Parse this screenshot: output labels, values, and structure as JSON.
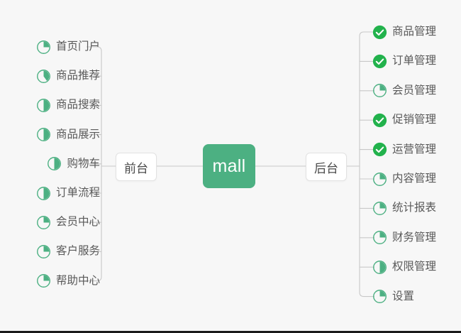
{
  "diagram": {
    "type": "mindmap",
    "background_color": "#f7f7f7",
    "accent_color": "#4cb082",
    "check_color": "#22b24c",
    "line_color": "#c8c8c8",
    "text_color": "#595959",
    "center": {
      "label": "mall",
      "fill": "#4cb082",
      "text_color": "#ffffff"
    },
    "branches": [
      {
        "id": "front",
        "label": "前台",
        "side": "left"
      },
      {
        "id": "back",
        "label": "后台",
        "side": "right"
      }
    ],
    "left_items": [
      {
        "label": "首页门户",
        "icon": "pie-progress-icon",
        "progress": 25,
        "status": "in-progress"
      },
      {
        "label": "商品推荐",
        "icon": "pie-progress-icon",
        "progress": 40,
        "status": "in-progress"
      },
      {
        "label": "商品搜索",
        "icon": "pie-progress-icon",
        "progress": 50,
        "status": "in-progress"
      },
      {
        "label": "商品展示",
        "icon": "pie-progress-icon",
        "progress": 50,
        "status": "in-progress"
      },
      {
        "label": "购物车",
        "icon": "pie-progress-icon",
        "progress": 50,
        "status": "in-progress"
      },
      {
        "label": "订单流程",
        "icon": "pie-progress-icon",
        "progress": 50,
        "status": "in-progress"
      },
      {
        "label": "会员中心",
        "icon": "pie-progress-icon",
        "progress": 25,
        "status": "in-progress"
      },
      {
        "label": "客户服务",
        "icon": "pie-progress-icon",
        "progress": 25,
        "status": "in-progress"
      },
      {
        "label": "帮助中心",
        "icon": "pie-progress-icon",
        "progress": 25,
        "status": "in-progress"
      }
    ],
    "right_items": [
      {
        "label": "商品管理",
        "icon": "check-circle-icon",
        "progress": 100,
        "status": "done"
      },
      {
        "label": "订单管理",
        "icon": "check-circle-icon",
        "progress": 100,
        "status": "done"
      },
      {
        "label": "会员管理",
        "icon": "pie-progress-icon",
        "progress": 25,
        "status": "in-progress"
      },
      {
        "label": "促销管理",
        "icon": "check-circle-icon",
        "progress": 100,
        "status": "done"
      },
      {
        "label": "运营管理",
        "icon": "check-circle-icon",
        "progress": 100,
        "status": "done"
      },
      {
        "label": "内容管理",
        "icon": "pie-progress-icon",
        "progress": 25,
        "status": "in-progress"
      },
      {
        "label": "统计报表",
        "icon": "pie-progress-icon",
        "progress": 25,
        "status": "in-progress"
      },
      {
        "label": "财务管理",
        "icon": "pie-progress-icon",
        "progress": 25,
        "status": "in-progress"
      },
      {
        "label": "权限管理",
        "icon": "pie-progress-icon",
        "progress": 50,
        "status": "in-progress"
      },
      {
        "label": "设置",
        "icon": "pie-progress-icon",
        "progress": 25,
        "status": "in-progress"
      }
    ]
  }
}
